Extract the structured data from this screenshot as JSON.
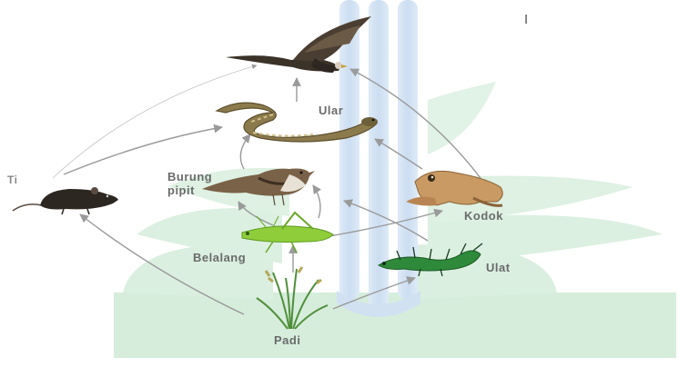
{
  "diagram": {
    "organisms": {
      "ular": "Ular",
      "burung_pipit": "Burung\npipit",
      "kodok": "Kodok",
      "belalang": "Belalang",
      "ulat": "Ulat",
      "padi": "Padi",
      "tikus_partial": "Ti",
      "corner_mark": "I"
    },
    "links": [
      {
        "from": "Padi",
        "to": "Belalang"
      },
      {
        "from": "Padi",
        "to": "Ulat"
      },
      {
        "from": "Padi",
        "to": "Tikus"
      },
      {
        "from": "Belalang",
        "to": "Burung pipit"
      },
      {
        "from": "Belalang",
        "to": "Kodok"
      },
      {
        "from": "Ulat",
        "to": "Burung pipit"
      },
      {
        "from": "Burung pipit",
        "to": "Ular"
      },
      {
        "from": "Kodok",
        "to": "Ular"
      },
      {
        "from": "Kodok",
        "to": "Elang"
      },
      {
        "from": "Tikus",
        "to": "Ular"
      },
      {
        "from": "Tikus",
        "to": "Elang"
      },
      {
        "from": "Ular",
        "to": "Elang"
      }
    ],
    "colors": {
      "arrow": "#9a9a9a",
      "label": "#6b6b6b",
      "watermark_green": "#bfe3c8",
      "watermark_blue": "#c9dcf0"
    }
  }
}
